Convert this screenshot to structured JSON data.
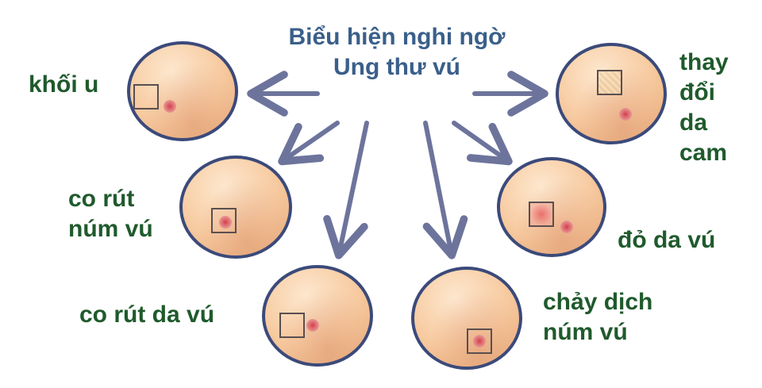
{
  "title": {
    "line1": "Biểu hiện nghi ngờ",
    "line2": "Ung thư vú"
  },
  "colors": {
    "arrow": "#6d749c",
    "label": "#1f5a2c",
    "title": "#3a5f8a",
    "circle_border": "#3b4a7a"
  },
  "signs": [
    {
      "label": "khối u"
    },
    {
      "label_lines": [
        "co rút",
        "núm vú"
      ]
    },
    {
      "label": "co rút da vú"
    },
    {
      "label_lines": [
        "chảy dịch",
        "núm vú"
      ]
    },
    {
      "label": "đỏ da vú"
    },
    {
      "label_lines": [
        "thay",
        "đổi",
        "da",
        "cam"
      ]
    }
  ]
}
